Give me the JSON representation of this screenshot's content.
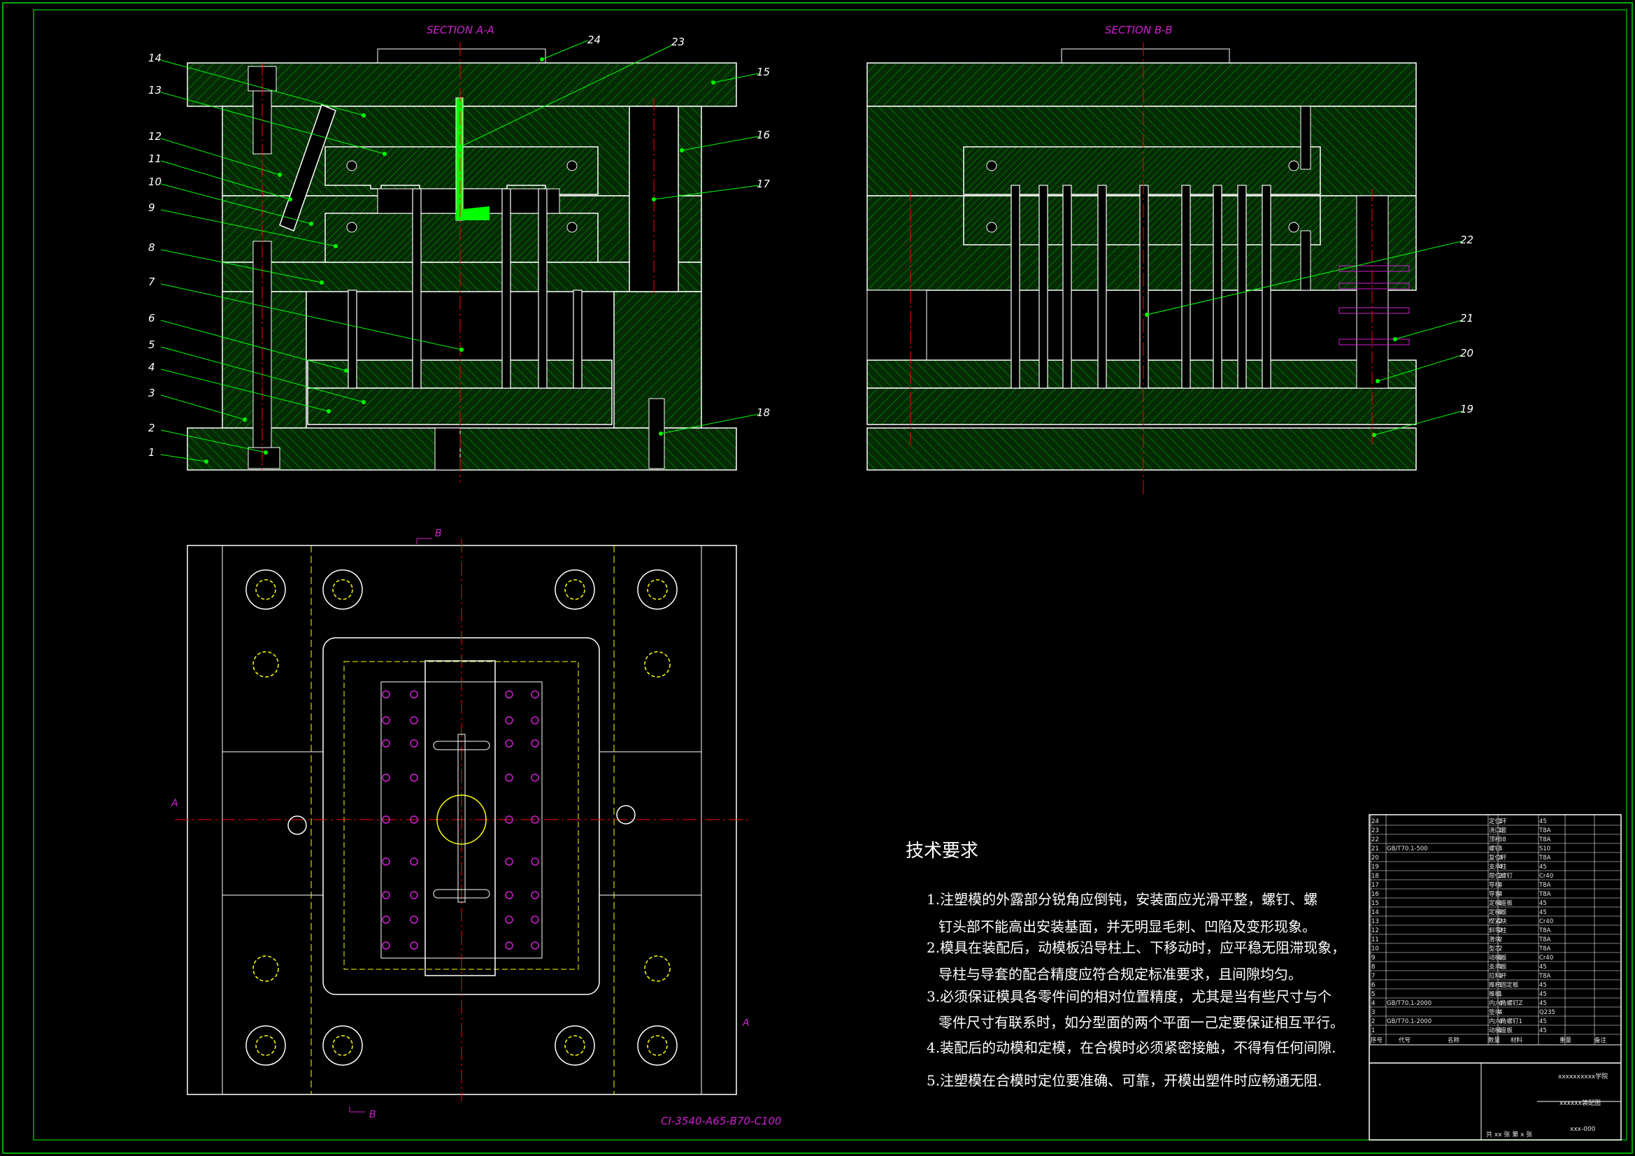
{
  "views": {
    "section_a_label": "SECTION A-A",
    "section_b_label": "SECTION B-B",
    "mold_code": "CI-3540-A65-B70-C100",
    "cut_a": "A",
    "cut_b": "B"
  },
  "part_numbers_a": [
    "14",
    "13",
    "12",
    "11",
    "10",
    "9",
    "8",
    "7",
    "6",
    "5",
    "4",
    "3",
    "2",
    "1",
    "24",
    "23",
    "15",
    "16",
    "17",
    "18"
  ],
  "part_numbers_b": [
    "22",
    "21",
    "20",
    "19"
  ],
  "tech_req": {
    "heading": "技术要求",
    "lines": [
      "1.注塑模的外露部分锐角应倒钝，安装面应光滑平整，螺钉、螺",
      "钉头部不能高出安装基面，并无明显毛刺、凹陷及变形现象。",
      "2.模具在装配后，动模板沿导柱上、下移动时，应平稳无阻滞现象，",
      "导柱与导套的配合精度应符合规定标准要求，且间隙均匀。",
      "3.必须保证模具各零件间的相对位置精度，尤其是当有些尺寸与个",
      "零件尺寸有联系时，如分型面的两个平面一己定要保证相互平行。",
      "4.装配后的动模和定模，在合模时必须紧密接触，不得有任何间隙.",
      "5.注塑模在合模时定位要准确、可靠，开模出塑件时应畅通无阻."
    ]
  },
  "bom": {
    "rows": [
      {
        "no": "24",
        "std": "",
        "name": "定位环",
        "qty": "1",
        "mat": "45"
      },
      {
        "no": "23",
        "std": "",
        "name": "浇口套",
        "qty": "1",
        "mat": "T8A"
      },
      {
        "no": "22",
        "std": "",
        "name": "顶杆",
        "qty": "38",
        "mat": "T8A"
      },
      {
        "no": "21",
        "std": "GB/T70.1-500",
        "name": "螺钉",
        "qty": "4",
        "mat": "S10"
      },
      {
        "no": "20",
        "std": "",
        "name": "复位杆",
        "qty": "4",
        "mat": "T8A"
      },
      {
        "no": "19",
        "std": "",
        "name": "支承柱",
        "qty": "4",
        "mat": "45"
      },
      {
        "no": "18",
        "std": "",
        "name": "限位螺钉",
        "qty": "2",
        "mat": "Cr40"
      },
      {
        "no": "17",
        "std": "",
        "name": "导柱",
        "qty": "4",
        "mat": "T8A"
      },
      {
        "no": "16",
        "std": "",
        "name": "导套",
        "qty": "4",
        "mat": "T8A"
      },
      {
        "no": "15",
        "std": "",
        "name": "定模座板",
        "qty": "1",
        "mat": "45"
      },
      {
        "no": "14",
        "std": "",
        "name": "定模板",
        "qty": "1",
        "mat": "45"
      },
      {
        "no": "13",
        "std": "",
        "name": "楔紧块",
        "qty": "2",
        "mat": "Cr40"
      },
      {
        "no": "12",
        "std": "",
        "name": "斜导柱",
        "qty": "2",
        "mat": "T8A"
      },
      {
        "no": "11",
        "std": "",
        "name": "滑块",
        "qty": "2",
        "mat": "T8A"
      },
      {
        "no": "10",
        "std": "",
        "name": "型芯",
        "qty": "2",
        "mat": "T8A"
      },
      {
        "no": "9",
        "std": "",
        "name": "动模板",
        "qty": "1",
        "mat": "Cr40"
      },
      {
        "no": "8",
        "std": "",
        "name": "支承板",
        "qty": "1",
        "mat": "45"
      },
      {
        "no": "7",
        "std": "",
        "name": "拉料杆",
        "qty": "1",
        "mat": "T8A"
      },
      {
        "no": "6",
        "std": "",
        "name": "推杆固定板",
        "qty": "1",
        "mat": "45"
      },
      {
        "no": "5",
        "std": "",
        "name": "推板",
        "qty": "1",
        "mat": "45"
      },
      {
        "no": "4",
        "std": "GB/T70.1-2000",
        "name": "内六角螺钉Z",
        "qty": "4",
        "mat": "45"
      },
      {
        "no": "3",
        "std": "",
        "name": "垫块",
        "qty": "4",
        "mat": "Q235"
      },
      {
        "no": "2",
        "std": "GB/T70.1-2000",
        "name": "内六角螺钉1",
        "qty": "4",
        "mat": "45"
      },
      {
        "no": "1",
        "std": "",
        "name": "动模座板",
        "qty": "1",
        "mat": "45"
      }
    ],
    "headers": {
      "no": "序号",
      "std": "代号",
      "name": "名称",
      "qty": "数量",
      "mat": "材料",
      "weight": "重量",
      "remark": "备注"
    },
    "school": "xxxxxxxxxx学院",
    "drawing_title": "xxxxxx装配图",
    "drawing_no": "xxx-000",
    "sheet": "共 xx 张  第 x 张"
  },
  "colors": {
    "hatch": "#00aa00",
    "outline": "#ffffff",
    "center": "#ff0000",
    "hidden": "#ffff00",
    "label": "#d020d0",
    "leader": "#00ff00"
  }
}
